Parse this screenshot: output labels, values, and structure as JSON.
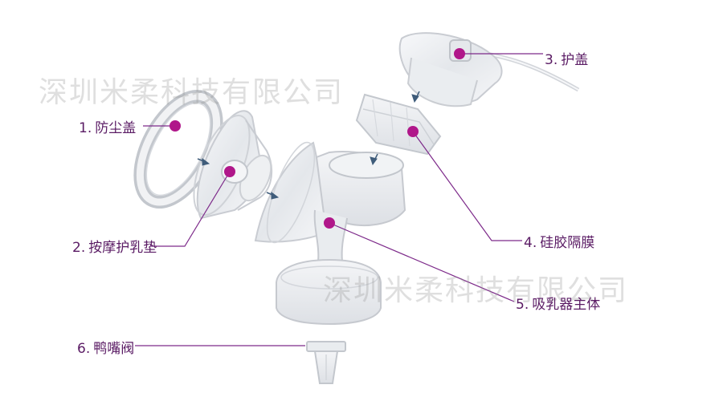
{
  "watermark": "深圳米柔科技有限公司",
  "colors": {
    "label": "#5a1b64",
    "leader_line": "#7d2a8a",
    "marker": "#b0178a",
    "part_outline": "#c9ccd2",
    "part_fill": "#eceef1"
  },
  "parts": [
    {
      "number": "1.",
      "name": "防尘盖"
    },
    {
      "number": "2.",
      "name": "按摩护乳垫"
    },
    {
      "number": "3.",
      "name": "护盖"
    },
    {
      "number": "4.",
      "name": "硅胶隔膜"
    },
    {
      "number": "5.",
      "name": "吸乳器主体"
    },
    {
      "number": "6.",
      "name": "鸭嘴阀"
    }
  ]
}
